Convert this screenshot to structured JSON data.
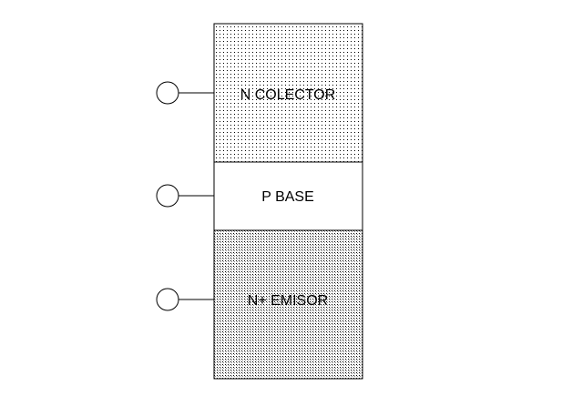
{
  "diagram": {
    "layers": [
      {
        "id": "collector",
        "label": "N COLECTOR",
        "pattern": "sparse-dots"
      },
      {
        "id": "base",
        "label": "P BASE",
        "pattern": "none"
      },
      {
        "id": "emitter",
        "label": "N+ EMISOR",
        "pattern": "dense-dots"
      }
    ],
    "colors": {
      "stroke": "#000000",
      "fill": "#ffffff",
      "dot": "#000000"
    },
    "icons": {
      "terminal": "terminal-circle-icon"
    }
  }
}
